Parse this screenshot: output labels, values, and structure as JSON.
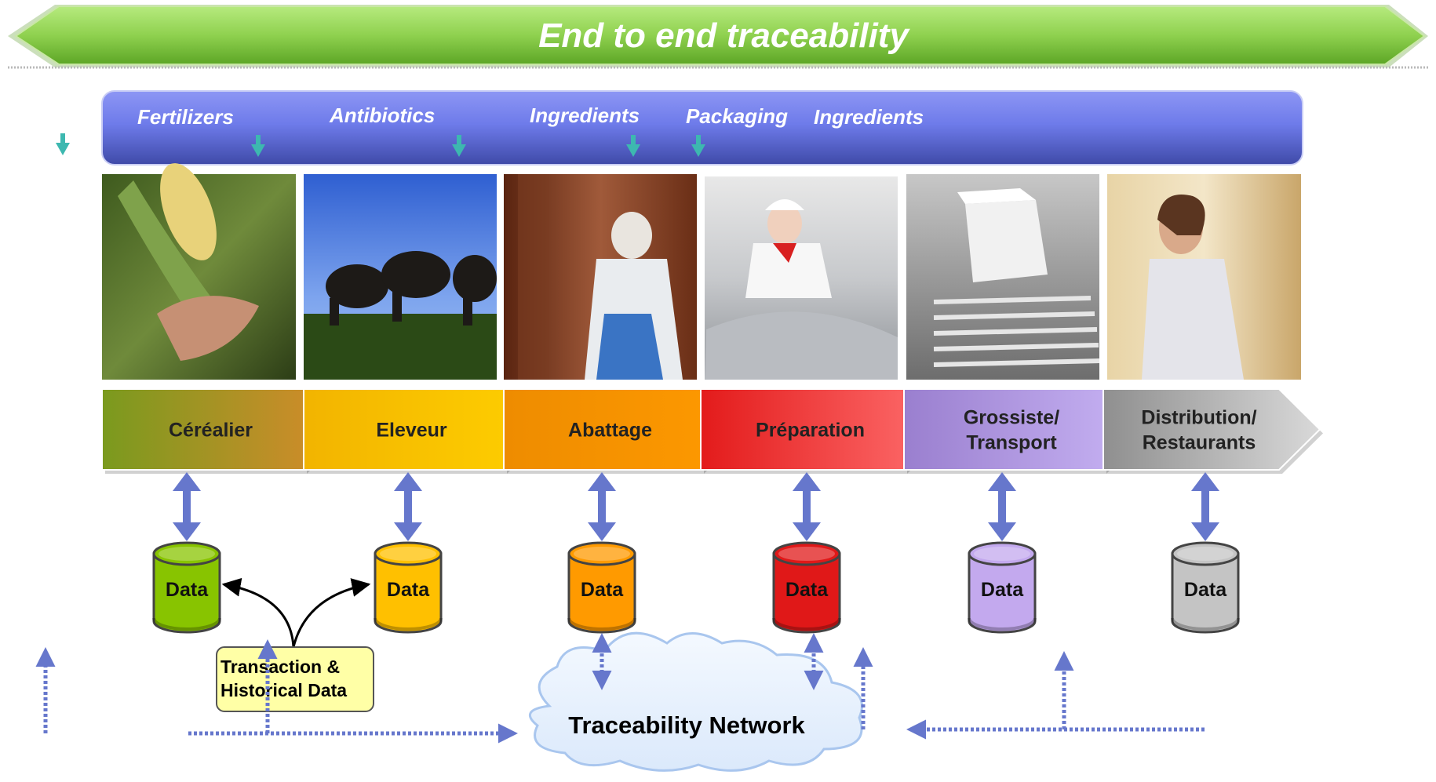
{
  "banner": {
    "title": "End to end traceability",
    "color": "#8fd14f"
  },
  "inputs": {
    "labels": [
      "Fertilizers",
      "Antibiotics",
      "Ingredients",
      "Packaging",
      "Ingredients"
    ],
    "bar_color": "#6e7bea"
  },
  "photos": [
    {
      "icon": "corn-cob-icon",
      "depicts": "corn"
    },
    {
      "icon": "cows-icon",
      "depicts": "cows"
    },
    {
      "icon": "butcher-icon",
      "depicts": "slaughterhouse"
    },
    {
      "icon": "factory-worker-icon",
      "depicts": "food preparation line"
    },
    {
      "icon": "conveyor-box-icon",
      "depicts": "conveyor with box"
    },
    {
      "icon": "shopper-icon",
      "depicts": "shopper"
    }
  ],
  "stages": [
    {
      "label": "Céréalier",
      "color_from": "#7a9a1e",
      "color_to": "#d98a2b"
    },
    {
      "label": "Eleveur",
      "color_from": "#f2b400",
      "color_to": "#ffd000"
    },
    {
      "label": "Abattage",
      "color_from": "#ee8c00",
      "color_to": "#ff9a00"
    },
    {
      "label": "Préparation",
      "color_from": "#e31b1b",
      "color_to": "#ff7070"
    },
    {
      "label": "Grossiste/\nTransport",
      "color_from": "#9a7fcf",
      "color_to": "#c9b5f5"
    },
    {
      "label": "Distribution/\nRestaurants",
      "color_from": "#8f8f8f",
      "color_to": "#d9d9d9"
    }
  ],
  "databases": [
    {
      "label": "Data",
      "color": "#88c400"
    },
    {
      "label": "Data",
      "color": "#ffc000"
    },
    {
      "label": "Data",
      "color": "#ff9a00"
    },
    {
      "label": "Data",
      "color": "#e01818"
    },
    {
      "label": "Data",
      "color": "#c3a9ee"
    },
    {
      "label": "Data",
      "color": "#c4c4c4"
    }
  ],
  "transaction_note": {
    "label": "Transaction &\nHistorical Data",
    "color": "#ffffa6"
  },
  "network": {
    "label": "Traceability Network"
  },
  "arrow_colors": {
    "bidirectional": "#6677cc",
    "input": "#3db8b0",
    "dotted": "#6677cc"
  }
}
